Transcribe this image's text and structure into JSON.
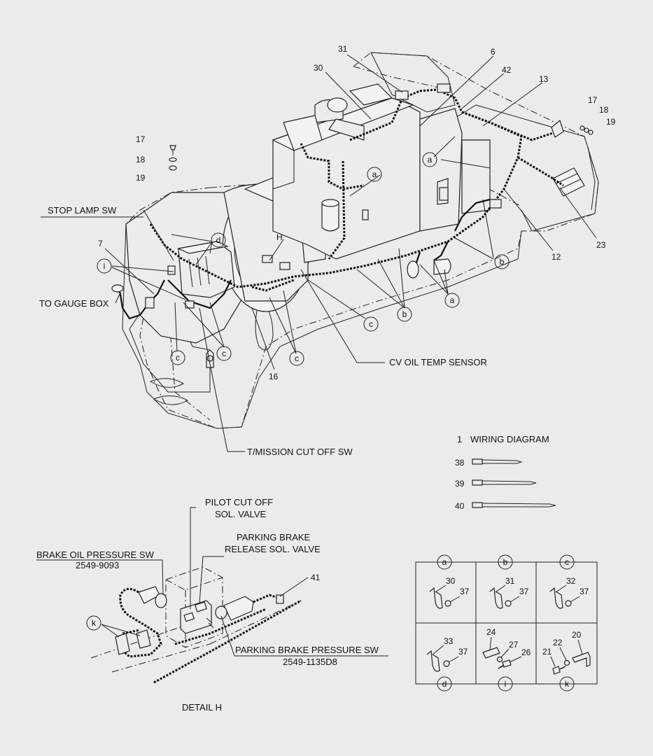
{
  "callouts": {
    "n31": "31",
    "n30": "30",
    "n6": "6",
    "n42": "42",
    "n13": "13",
    "n17a": "17",
    "n18a": "18",
    "n19a": "19",
    "n17b": "17",
    "n18b": "18",
    "n19b": "19",
    "n7": "7",
    "n12": "12",
    "n23": "23",
    "n16": "16",
    "H": "H"
  },
  "labels": {
    "stop_lamp": "STOP LAMP SW",
    "gauge_box": "TO GAUGE BOX",
    "cv_oil": "CV OIL TEMP SENSOR",
    "tmission": "T/MISSION CUT OFF SW",
    "wiring_num": "1",
    "wiring": "WIRING DIAGRAM",
    "pilot_1": "PILOT CUT OFF",
    "pilot_2": "SOL. VALVE",
    "park_rel_1": "PARKING BRAKE",
    "park_rel_2": "RELEASE SOL. VALVE",
    "brake_oil": "BRAKE OIL PRESSURE SW",
    "brake_oil_pn": "2549-9093",
    "n41": "41",
    "park_press": "PARKING BRAKE PRESSURE SW",
    "park_press_pn": "2549-1135D8",
    "detail": "DETAIL H"
  },
  "letters": {
    "a": "a",
    "b": "b",
    "c": "c",
    "d": "d",
    "i": "i",
    "k": "k"
  },
  "ties": [
    {
      "num": "38"
    },
    {
      "num": "39"
    },
    {
      "num": "40"
    }
  ],
  "legend": {
    "cells": [
      {
        "letter": "a",
        "n1": "30",
        "n2": "37"
      },
      {
        "letter": "b",
        "n1": "31",
        "n2": "37"
      },
      {
        "letter": "c",
        "n1": "32",
        "n2": "37"
      },
      {
        "letter": "d",
        "n1": "33",
        "n2": "37"
      },
      {
        "letter": "i",
        "n1": "24",
        "n2": "27",
        "n3": "26"
      },
      {
        "letter": "k",
        "n1": "22",
        "n2": "20",
        "n3": "21"
      }
    ]
  }
}
